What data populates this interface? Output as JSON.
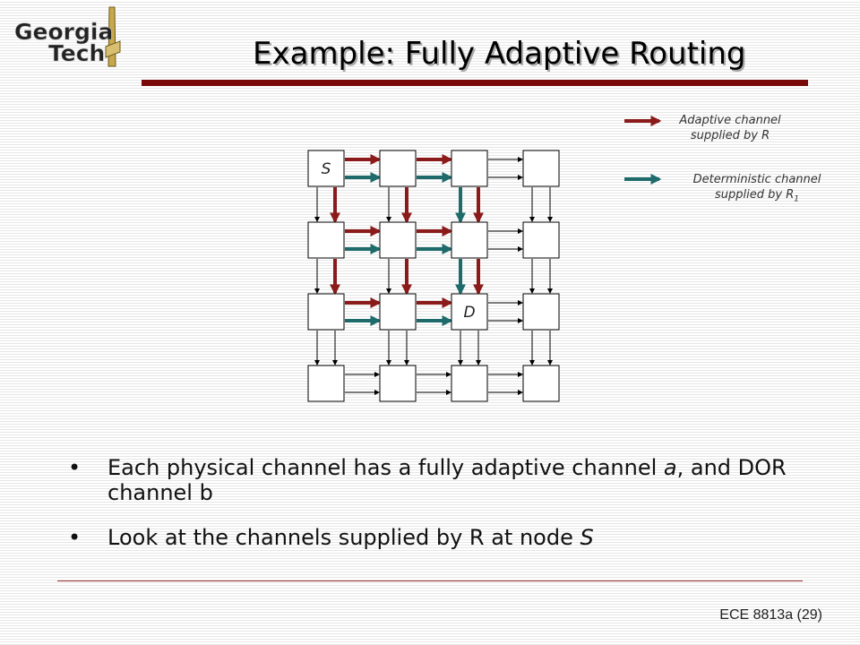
{
  "logo": {
    "line1": "Georgia",
    "line2": "Tech"
  },
  "title": "Example: Fully Adaptive Routing",
  "legend": {
    "adaptive": {
      "line1": "Adaptive channel",
      "line2": "supplied by R",
      "color": "#8B1A1A"
    },
    "deterministic": {
      "line1": "Deterministic channel",
      "line2": "supplied by R",
      "subscript": "1",
      "color": "#1F6B6B"
    }
  },
  "diagram": {
    "grid_size": 4,
    "source_label": "S",
    "dest_label": "D",
    "source_node": [
      0,
      0
    ],
    "dest_node": [
      2,
      2
    ],
    "adaptive_channels": [
      {
        "dir": "h",
        "row": 0,
        "col": 0
      },
      {
        "dir": "h",
        "row": 0,
        "col": 1
      },
      {
        "dir": "h",
        "row": 1,
        "col": 0
      },
      {
        "dir": "h",
        "row": 1,
        "col": 1
      },
      {
        "dir": "h",
        "row": 2,
        "col": 0
      },
      {
        "dir": "h",
        "row": 2,
        "col": 1
      },
      {
        "dir": "v",
        "row": 0,
        "col": 0
      },
      {
        "dir": "v",
        "row": 0,
        "col": 1
      },
      {
        "dir": "v",
        "row": 0,
        "col": 2
      },
      {
        "dir": "v",
        "row": 1,
        "col": 0
      },
      {
        "dir": "v",
        "row": 1,
        "col": 1
      },
      {
        "dir": "v",
        "row": 1,
        "col": 2
      }
    ],
    "deterministic_channels": [
      {
        "dir": "h",
        "row": 0,
        "col": 0
      },
      {
        "dir": "h",
        "row": 0,
        "col": 1
      },
      {
        "dir": "h",
        "row": 1,
        "col": 0
      },
      {
        "dir": "h",
        "row": 1,
        "col": 1
      },
      {
        "dir": "h",
        "row": 2,
        "col": 0
      },
      {
        "dir": "h",
        "row": 2,
        "col": 1
      },
      {
        "dir": "v",
        "row": 0,
        "col": 2
      },
      {
        "dir": "v",
        "row": 1,
        "col": 2
      }
    ]
  },
  "bullets": [
    {
      "parts": [
        {
          "text": "Each physical channel has a fully adaptive channel "
        },
        {
          "text": "a",
          "italic": true
        },
        {
          "text": ", and DOR channel b"
        }
      ]
    },
    {
      "parts": [
        {
          "text": "Look at the channels supplied by R at node "
        },
        {
          "text": "S",
          "italic": true
        }
      ]
    }
  ],
  "footer": "ECE 8813a  (29)"
}
